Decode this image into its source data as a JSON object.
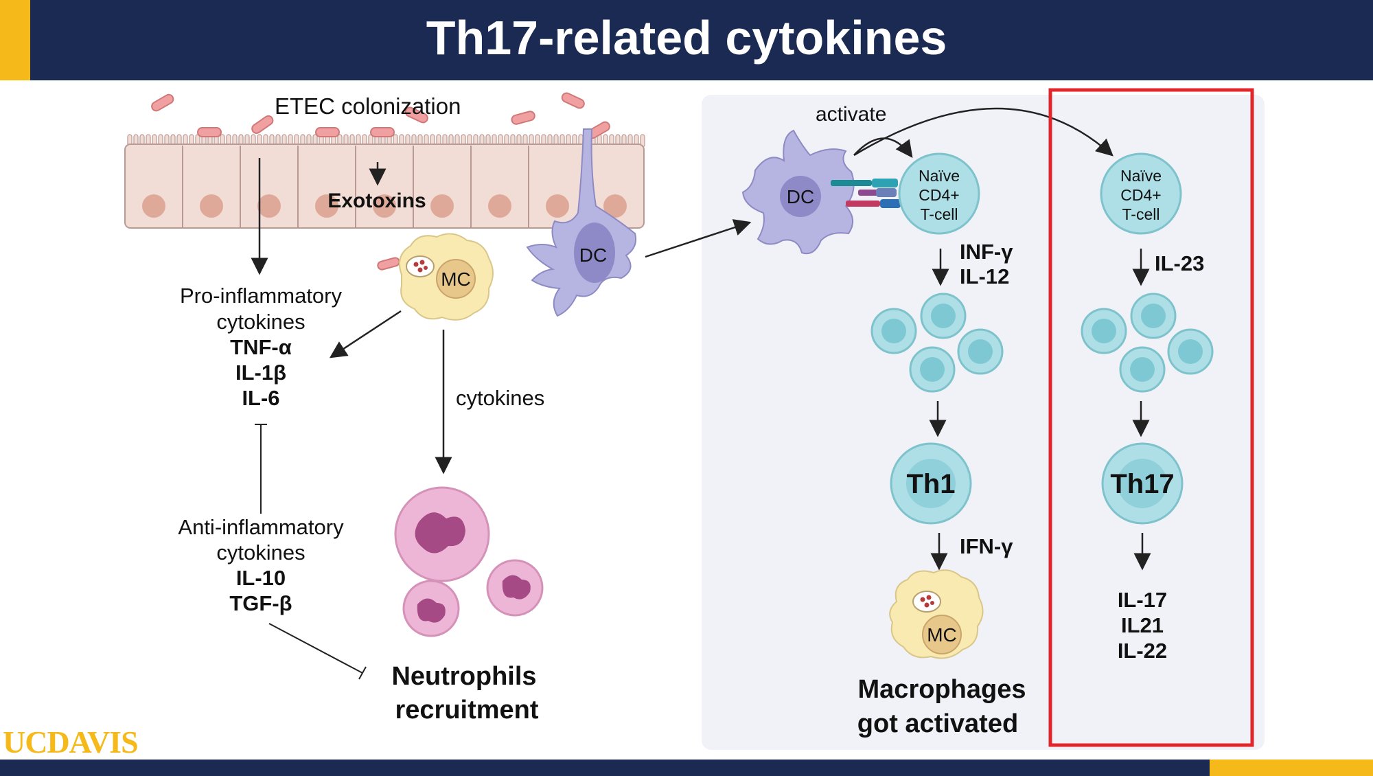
{
  "title": "Th17-related cytokines",
  "logo": {
    "uc": "UC",
    "davis": "DAVIS"
  },
  "left": {
    "etec": "ETEC colonization",
    "exotoxins": "Exotoxins",
    "mc": "MC",
    "dc": "DC",
    "pro_title1": "Pro-inflammatory",
    "pro_title2": "cytokines",
    "pro_items": [
      "TNF-α",
      "IL-1β",
      "IL-6"
    ],
    "cytokines": "cytokines",
    "anti_title1": "Anti-inflammatory",
    "anti_title2": "cytokines",
    "anti_items": [
      "IL-10",
      "TGF-β"
    ],
    "neutro1": "Neutrophils",
    "neutro2": "recruitment"
  },
  "middle": {
    "activate": "activate",
    "dc": "DC",
    "naive": [
      "Naïve",
      "CD4+",
      "T-cell"
    ],
    "inf": "INF-γ",
    "il12": "IL-12",
    "th1": "Th1",
    "ifn": "IFN-γ",
    "mc": "MC",
    "macro1": "Macrophages",
    "macro2": "got activated"
  },
  "right": {
    "naive": [
      "Naïve",
      "CD4+",
      "T-cell"
    ],
    "il23": "IL-23",
    "th17": "Th17",
    "outputs": [
      "IL-17",
      "IL21",
      "IL-22"
    ]
  },
  "colors": {
    "navy": "#1a2a52",
    "gold": "#f6b91a",
    "highlight_box": "#e0262b",
    "tcell": "#aedfe6",
    "dc": "#b6b4e0",
    "macrophage": "#f8eab0",
    "neutrophil": "#eeb6d6",
    "epithelium": "#f1ddd6"
  }
}
